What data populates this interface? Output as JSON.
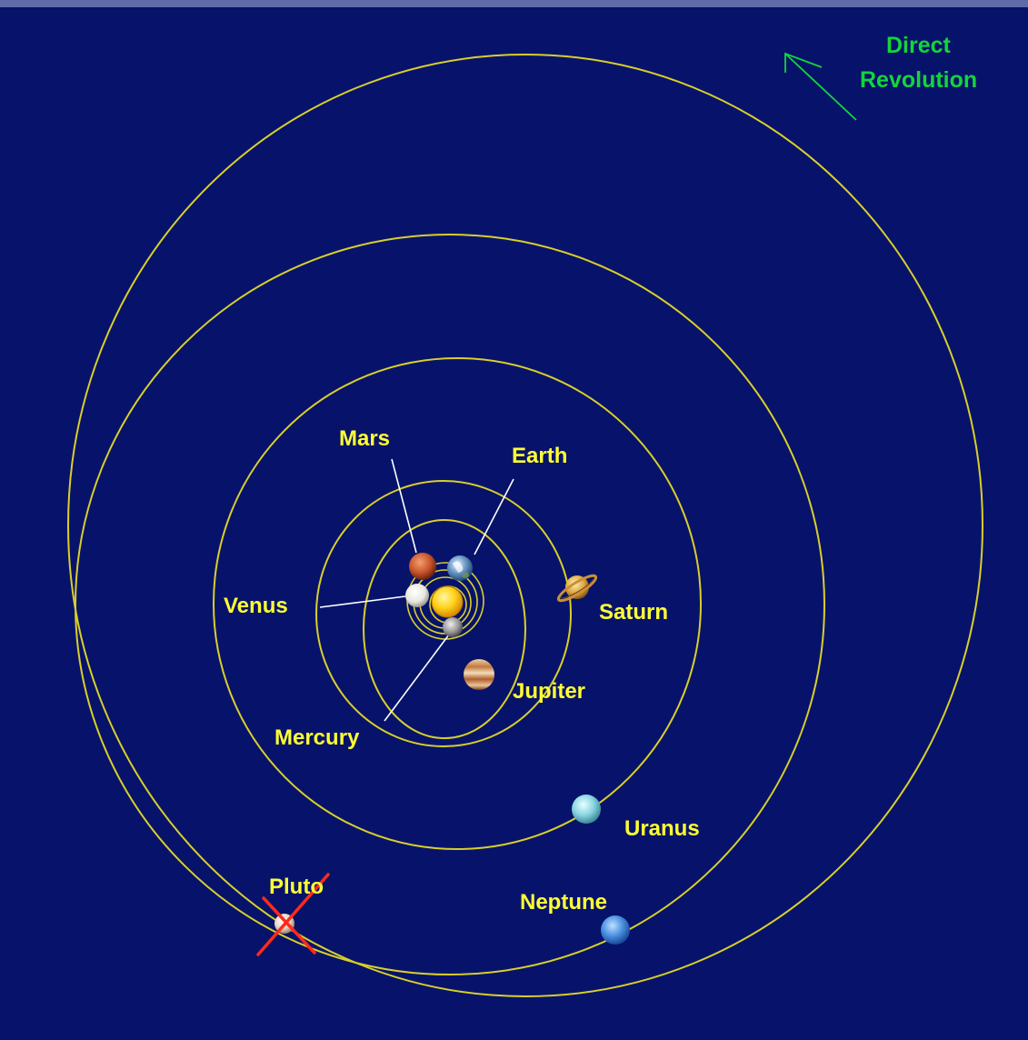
{
  "colors": {
    "background": "#07136a",
    "top_bar": "#5f6aa8",
    "orbit": "#d9cf2a",
    "label": "#ffff33",
    "direction": "#14d43c",
    "cross": "#ff2a1a"
  },
  "annotation": {
    "direct_revolution_line1": "Direct",
    "direct_revolution_line2": "Revolution"
  },
  "planets": {
    "mercury": {
      "label": "Mercury",
      "icon": "mercury-icon"
    },
    "venus": {
      "label": "Venus",
      "icon": "venus-icon"
    },
    "earth": {
      "label": "Earth",
      "icon": "earth-icon"
    },
    "mars": {
      "label": "Mars",
      "icon": "mars-icon"
    },
    "jupiter": {
      "label": "Jupiter",
      "icon": "jupiter-icon"
    },
    "saturn": {
      "label": "Saturn",
      "icon": "saturn-icon"
    },
    "uranus": {
      "label": "Uranus",
      "icon": "uranus-icon"
    },
    "neptune": {
      "label": "Neptune",
      "icon": "neptune-icon"
    },
    "pluto": {
      "label": "Pluto",
      "icon": "pluto-icon",
      "crossed_out": true
    }
  }
}
